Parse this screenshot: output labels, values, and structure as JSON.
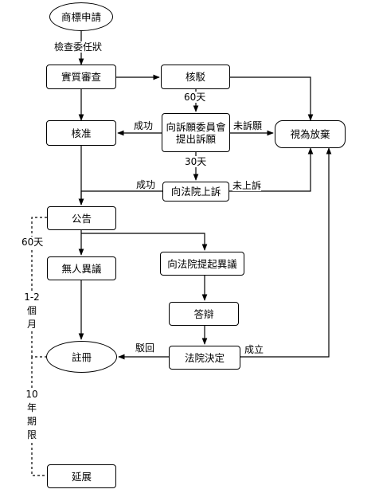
{
  "nodes": {
    "apply": "商標申請",
    "substantive_review": "實質審查",
    "reject": "核駁",
    "approve": "核准",
    "appeal_committee": "向訴願委員會\n提出訴願",
    "abandon": "視為放棄",
    "court_appeal": "向法院上訴",
    "publication": "公告",
    "no_opposition": "無人異議",
    "court_opposition": "向法院提起異議",
    "defense": "答辯",
    "court_decision": "法院決定",
    "registration": "註冊",
    "renewal": "延展"
  },
  "edge_labels": {
    "check_power_of_attorney": "檢查委任狀",
    "sixty_days_appeal": "60天",
    "success_left": "成功",
    "not_appealed": "未訴願",
    "thirty_days": "30天",
    "success_court": "成功",
    "not_appealed_court": "未上訴",
    "sixty_days_publication": "60天",
    "rejected_back": "駁回",
    "established": "成立"
  },
  "vertical_labels": {
    "one_two_months": [
      "1-2",
      "個",
      "月"
    ],
    "ten_year_term": [
      "10",
      "年",
      "期",
      "限"
    ]
  }
}
